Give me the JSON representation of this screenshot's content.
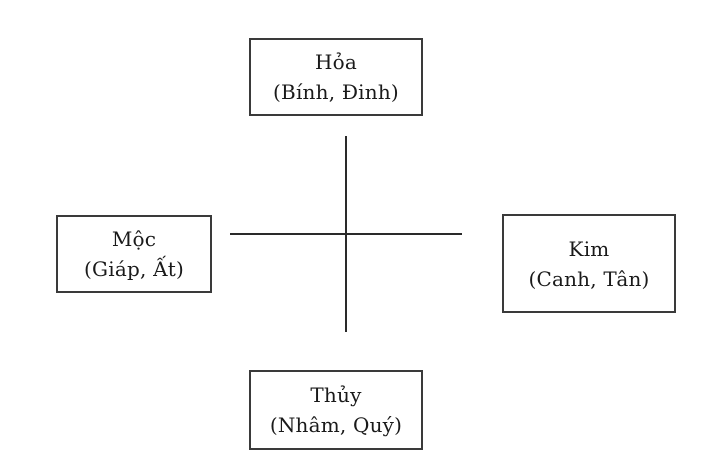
{
  "diagram": {
    "top": {
      "name": "Hỏa",
      "stems": "(Bính, Đinh)"
    },
    "left": {
      "name": "Mộc",
      "stems": "(Giáp, Ất)"
    },
    "right": {
      "name": "Kim",
      "stems": "(Canh, Tân)"
    },
    "bottom": {
      "name": "Thủy",
      "stems": "(Nhâm, Quý)"
    }
  }
}
